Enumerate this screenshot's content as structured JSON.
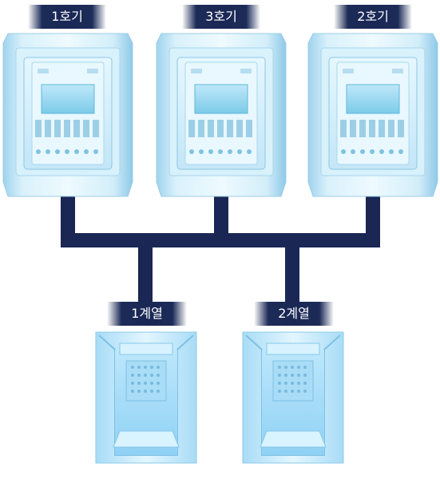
{
  "units": [
    {
      "label": "1호기"
    },
    {
      "label": "3호기"
    },
    {
      "label": "2호기"
    }
  ],
  "tanks": [
    {
      "label": "1계열"
    },
    {
      "label": "2계열"
    }
  ],
  "colors": {
    "pipe": "#1a2755",
    "label_bg": "#1c2b58",
    "cabinet": "#bfe4f6",
    "tank_water": "#9fd8f8"
  }
}
